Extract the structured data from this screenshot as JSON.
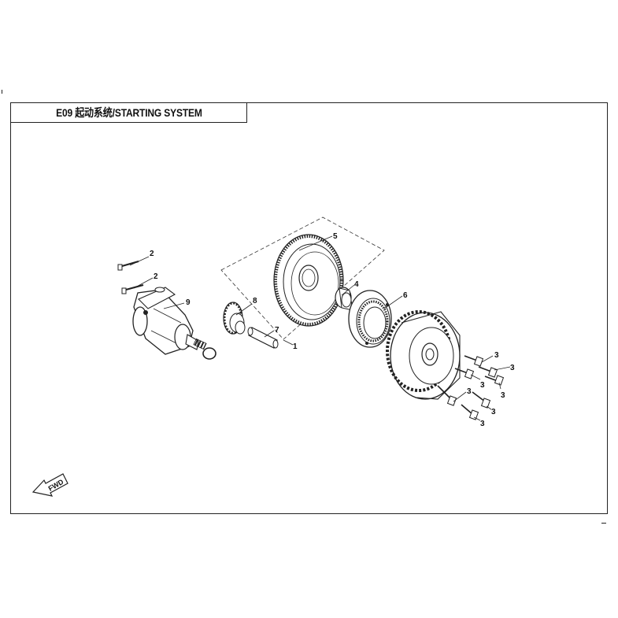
{
  "title": "E09 起动系统/STARTING SYSTEM",
  "direction_label": "FWD",
  "callouts": [
    {
      "id": "c-2a",
      "label": "2"
    },
    {
      "id": "c-2b",
      "label": "2"
    },
    {
      "id": "c-9",
      "label": "9"
    },
    {
      "id": "c-8",
      "label": "8"
    },
    {
      "id": "c-7",
      "label": "7"
    },
    {
      "id": "c-5",
      "label": "5"
    },
    {
      "id": "c-4",
      "label": "4"
    },
    {
      "id": "c-1",
      "label": "1"
    },
    {
      "id": "c-6",
      "label": "6"
    },
    {
      "id": "c-3a",
      "label": "3"
    },
    {
      "id": "c-3b",
      "label": "3"
    },
    {
      "id": "c-3c",
      "label": "3"
    },
    {
      "id": "c-3d",
      "label": "3"
    },
    {
      "id": "c-3e",
      "label": "3"
    },
    {
      "id": "c-3f",
      "label": "3"
    },
    {
      "id": "c-3g",
      "label": "3"
    }
  ],
  "colors": {
    "line": "#222222",
    "background": "#ffffff"
  }
}
